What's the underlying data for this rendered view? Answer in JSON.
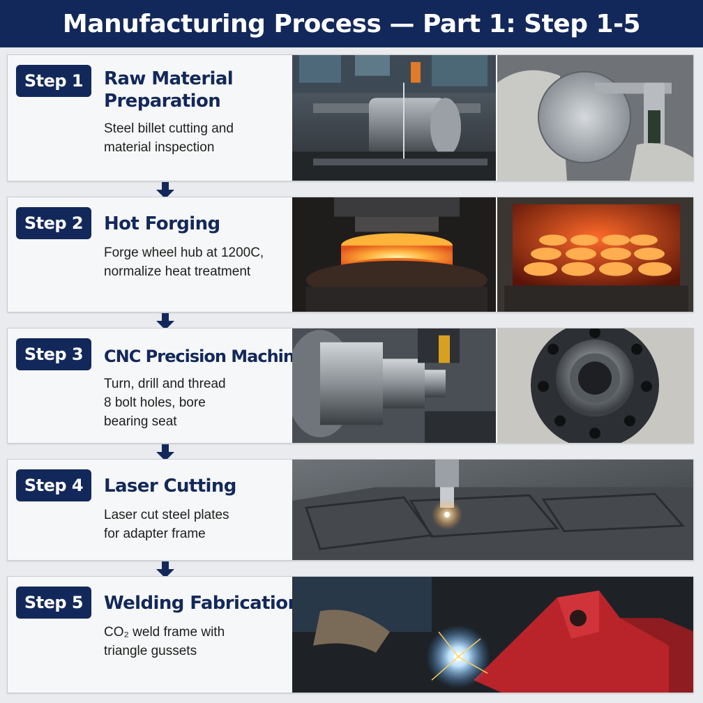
{
  "header": {
    "title": "Manufacturing Process — Part 1: Step 1-5"
  },
  "steps": [
    {
      "badge": "Step 1",
      "title_line1": "Raw Material",
      "title_line2": "Preparation",
      "description": "Steel billet cutting and\nmaterial inspection",
      "images": [
        "steel-billet-cutting-photo",
        "caliper-inspection-photo"
      ]
    },
    {
      "badge": "Step 2",
      "title_line1": "Hot Forging",
      "title_line2": "",
      "description": "Forge wheel hub at 1200C,\nnormalize heat treatment",
      "images": [
        "hot-forging-press-photo",
        "heat-treatment-furnace-photo"
      ]
    },
    {
      "badge": "Step 3",
      "title_line1": "CNC Precision Machining",
      "title_line2": "",
      "description": "Turn, drill and thread\n8 bolt holes, bore\nbearing seat",
      "images": [
        "cnc-lathe-turning-photo",
        "machined-hub-photo"
      ]
    },
    {
      "badge": "Step 4",
      "title_line1": "Laser Cutting",
      "title_line2": "",
      "description": "Laser cut steel plates\nfor adapter frame",
      "images": [
        "laser-cutting-plates-photo"
      ]
    },
    {
      "badge": "Step 5",
      "title_line1": "Welding Fabrication",
      "title_line2": "",
      "description": "CO₂ weld frame with\ntriangle gussets",
      "images": [
        "welding-red-frame-photo"
      ]
    }
  ],
  "colors": {
    "navy": "#13285a",
    "panel": "#f6f7f8",
    "background": "#e9ebee",
    "forge_orange": "#ff7a1a",
    "weld_blue": "#9fd3ff",
    "frame_red": "#c0282a"
  }
}
